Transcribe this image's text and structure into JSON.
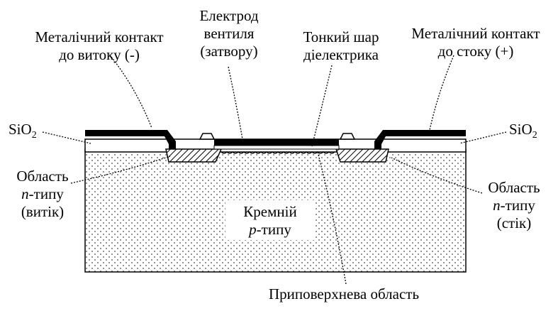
{
  "labels": {
    "source_contact": [
      "Металічний контакт",
      "до витоку (-)"
    ],
    "gate_electrode": [
      "Електрод",
      "вентиля",
      "(затвору)"
    ],
    "thin_dielectric": [
      "Тонкий шар",
      "діелектрика"
    ],
    "drain_contact": [
      "Металічний контакт",
      "до стоку (+)"
    ],
    "sio2": {
      "base": "SiO",
      "sub": "2"
    },
    "n_source": {
      "line1": "Область",
      "italic": "n",
      "rest": "-типу",
      "line3": "(витік)"
    },
    "n_drain": {
      "line1": "Область",
      "italic": "n",
      "rest": "-типу",
      "line3": "(стік)"
    },
    "silicon": {
      "line1": "Кремній",
      "italic": "p",
      "rest": "-типу"
    },
    "surface_region": "Приповерхнева область"
  },
  "colors": {
    "ink": "#000000",
    "background": "#ffffff",
    "substrate_dot": "#4a4a4a"
  }
}
